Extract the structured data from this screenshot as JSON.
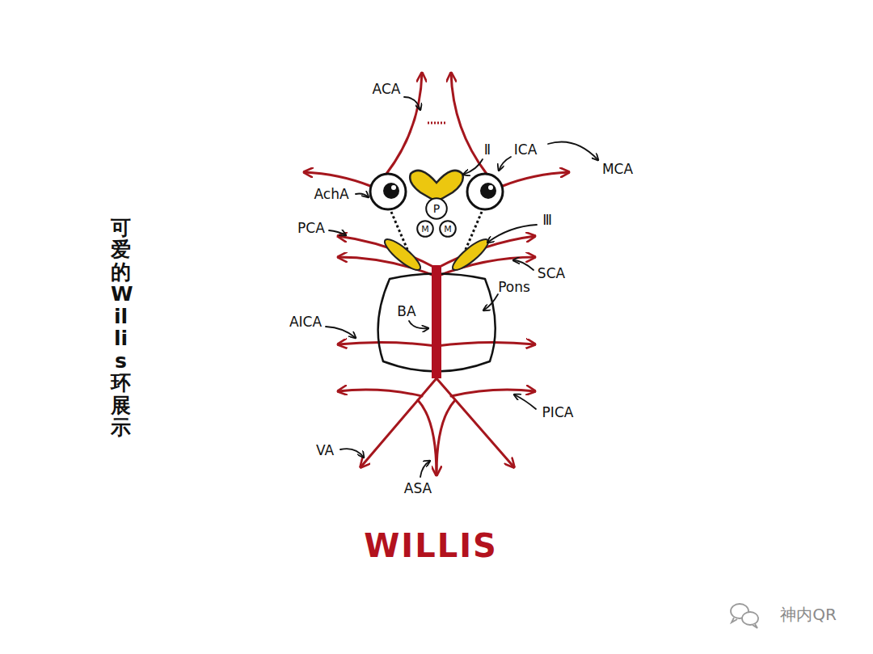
{
  "diagram": {
    "title": "WILLIS",
    "nodes": [
      {
        "text": [
          "P"
        ]
      },
      {
        "text": [
          "M"
        ]
      },
      {
        "text": [
          "M"
        ]
      }
    ],
    "labels": [
      "可爱的Willis环展示",
      "ACA",
      "Ⅱ",
      "ICA",
      "MCA",
      "AchA",
      "PCA",
      "Ⅲ",
      "SCA",
      "Pons",
      "BA",
      "AICA",
      "PICA",
      "VA",
      "ASA",
      "神内QR"
    ]
  }
}
